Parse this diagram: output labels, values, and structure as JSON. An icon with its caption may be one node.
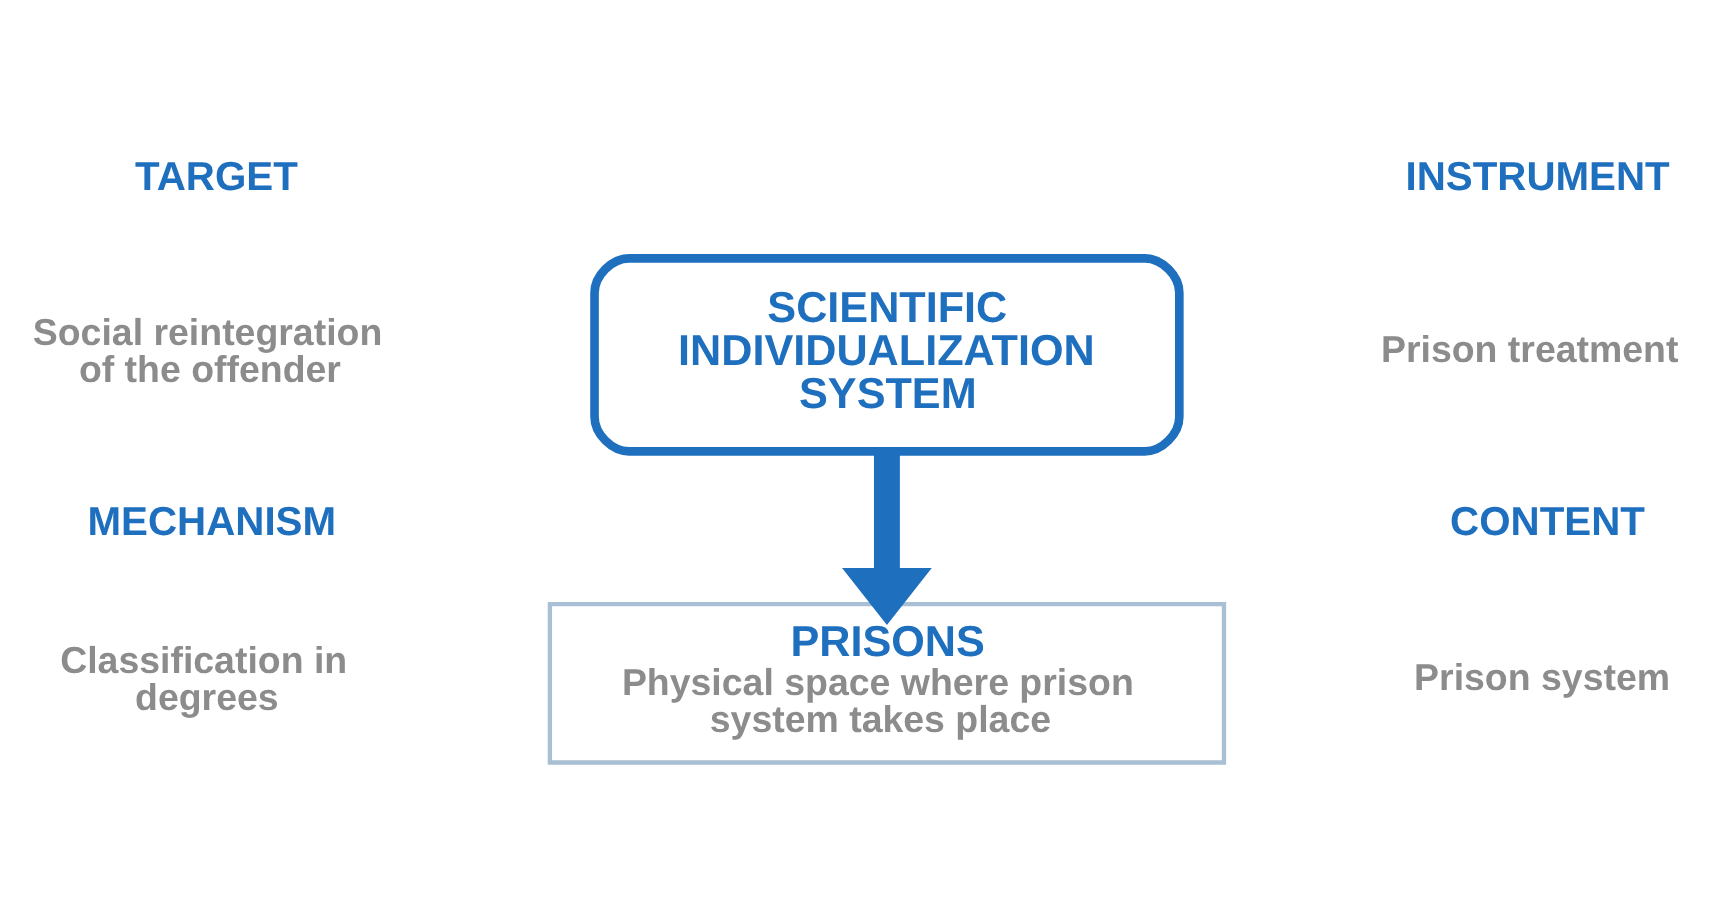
{
  "diagram": {
    "nodes": [
      {
        "text": [
          "SCIENTIFIC INDIVIDUALIZATION SYSTEM"
        ]
      },
      {
        "text": [
          "PRISONS",
          "Physical space where prison system takes place"
        ]
      }
    ],
    "edges": [
      {
        "from": 0,
        "to": 1,
        "arrow": "to"
      }
    ],
    "labels": [
      "TARGET",
      "Social reintegration of the offender",
      "INSTRUMENT",
      "Prison treatment",
      "MECHANISM",
      "Classification in degrees",
      "CONTENT",
      "Prison system"
    ]
  }
}
